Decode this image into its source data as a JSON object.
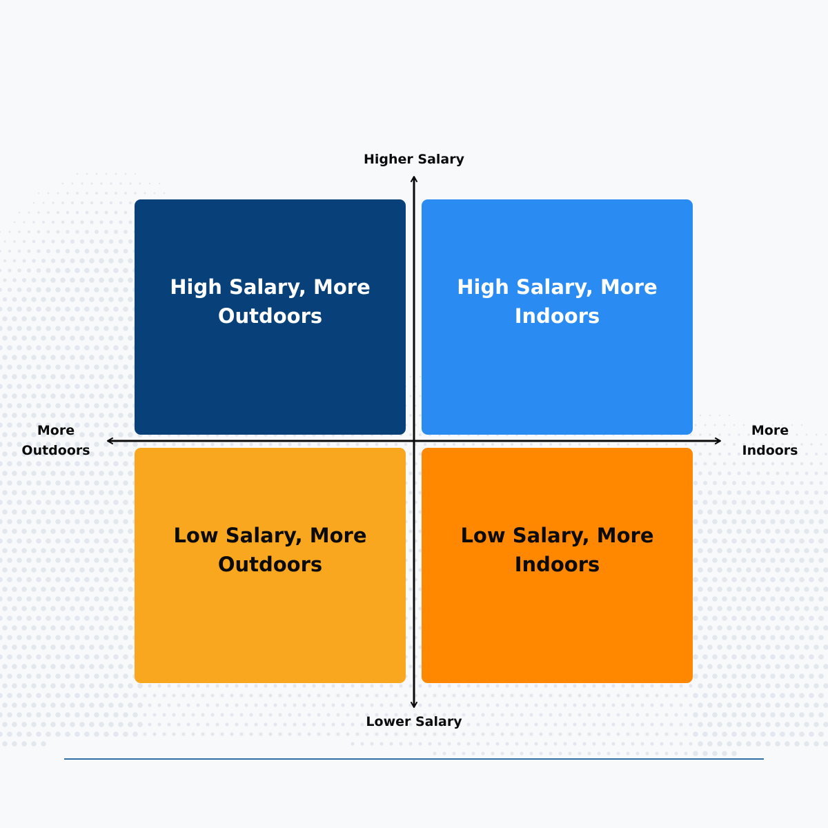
{
  "colors": {
    "background": "#f8f9fb",
    "dots": "#e3e7ee",
    "axis": "#0b0b0b",
    "rule": "#2f6fa6"
  },
  "axes": {
    "top": "Higher Salary",
    "bottom": "Lower Salary",
    "left": "More\nOutdoors",
    "right": "More\nIndoors"
  },
  "quadrants": [
    {
      "position": "top-left",
      "label": "High Salary, More\nOutdoors",
      "color": "#08407a",
      "text_color": "#ffffff"
    },
    {
      "position": "top-right",
      "label": "High Salary, More\nIndoors",
      "color": "#2a8bf2",
      "text_color": "#ffffff"
    },
    {
      "position": "bottom-left",
      "label": "Low Salary, More\nOutdoors",
      "color": "#f9a71f",
      "text_color": "#0b0b0b"
    },
    {
      "position": "bottom-right",
      "label": "Low Salary, More\nIndoors",
      "color": "#ff8800",
      "text_color": "#0b0b0b"
    }
  ]
}
